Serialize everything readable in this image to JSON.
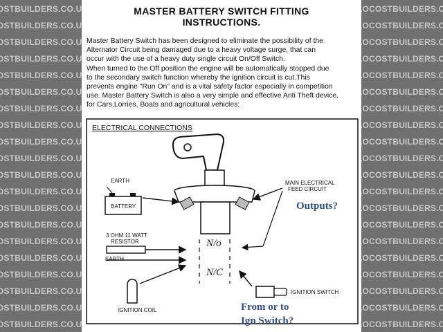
{
  "watermark": "LOCOSTBUILDERS.CO.UK",
  "title_line1": "MASTER BATTERY SWITCH FITTING",
  "title_line2": "INSTRUCTIONS.",
  "paragraph_lines": [
    "Master Battery Switch has been designed to eliminate the possibility of the",
    "Alternator Circuit being damaged due to a heavy voltage surge, that can",
    "occur with the use of a heavy duty single circuit On/Off Switch.",
    "When turned to the Off position the engine will be automatically stopped due",
    "to the secondary switch function whereby the ignition circuit is cut.This",
    "prevents engine \"Run On\" and is a vital safety factor especially in competition",
    "use. Master Battery Switch is also a very simple and effective Anti Theft device,",
    "for Cars,Lorries, Boats and agricultural vehicles:"
  ],
  "diagram": {
    "heading": "ELECTRICAL CONNECTIONS",
    "earth_top": "EARTH",
    "battery": "BATTERY",
    "resistor_line1": "3 OHM 11 WATT",
    "resistor_line2": "RESISTOR",
    "earth_bottom": "EARTH",
    "ignition_coil": "IGNITION COIL",
    "main_feed_line1": "MAIN ELECTRICAL",
    "main_feed_line2": "FEED CIRCUIT",
    "ignition_switch": "IGNITION SWITCH",
    "handwritten_no": "N/o",
    "handwritten_nc": "N/C",
    "annotation_outputs": "Outputs?",
    "annotation_from_line1": "From or to",
    "annotation_from_line2": "Ign Switch?"
  },
  "colors": {
    "annotation": "#2f4f83",
    "watermark": "#c9c9c9"
  }
}
